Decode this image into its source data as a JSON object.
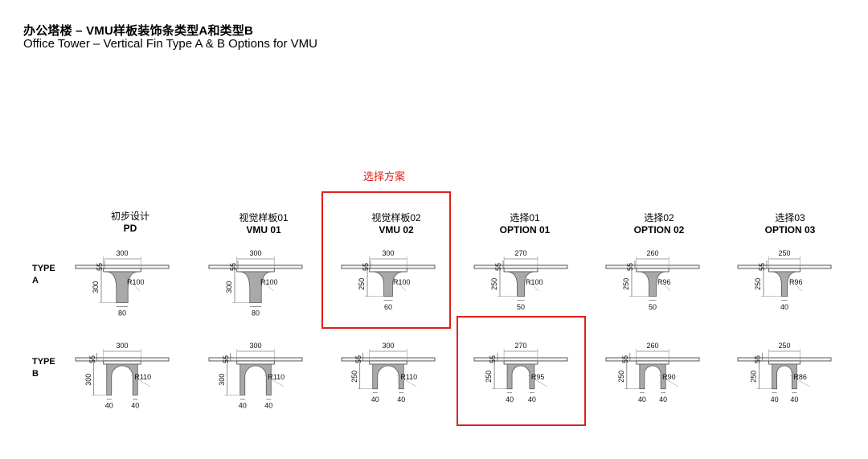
{
  "title": {
    "cn": "办公塔楼 – VMU样板装饰条类型A和类型B",
    "en": "Office Tower – Vertical Fin Type A & B Options for VMU"
  },
  "highlight_label": "选择方案",
  "row_labels": [
    {
      "line1": "TYPE",
      "line2": "A"
    },
    {
      "line1": "TYPE",
      "line2": "B"
    }
  ],
  "columns": [
    {
      "cn": "初步设计",
      "en": "PD"
    },
    {
      "cn": "视觉样板01",
      "en": "VMU 01"
    },
    {
      "cn": "视觉样板02",
      "en": "VMU 02"
    },
    {
      "cn": "选择01",
      "en": "OPTION 01"
    },
    {
      "cn": "选择02",
      "en": "OPTION 02"
    },
    {
      "cn": "选择03",
      "en": "OPTION 03"
    }
  ],
  "type_a": [
    {
      "top": "300",
      "slab": "55",
      "depth": "300",
      "radius": "R100",
      "bottom": "80"
    },
    {
      "top": "300",
      "slab": "55",
      "depth": "300",
      "radius": "R100",
      "bottom": "80"
    },
    {
      "top": "300",
      "slab": "55",
      "depth": "250",
      "radius": "R100",
      "bottom": "60"
    },
    {
      "top": "270",
      "slab": "55",
      "depth": "250",
      "radius": "R100",
      "bottom": "50"
    },
    {
      "top": "260",
      "slab": "55",
      "depth": "250",
      "radius": "R96",
      "bottom": "50"
    },
    {
      "top": "250",
      "slab": "55",
      "depth": "250",
      "radius": "R96",
      "bottom": "40"
    }
  ],
  "type_b": [
    {
      "top": "300",
      "slab": "55",
      "depth": "300",
      "radius": "R110",
      "left_leg": "40",
      "right_leg": "40"
    },
    {
      "top": "300",
      "slab": "55",
      "depth": "300",
      "radius": "R110",
      "left_leg": "40",
      "right_leg": "40"
    },
    {
      "top": "300",
      "slab": "55",
      "depth": "250",
      "radius": "R110",
      "left_leg": "40",
      "right_leg": "40"
    },
    {
      "top": "270",
      "slab": "55",
      "depth": "250",
      "radius": "R95",
      "left_leg": "40",
      "right_leg": "40"
    },
    {
      "top": "260",
      "slab": "55",
      "depth": "250",
      "radius": "R90",
      "left_leg": "40",
      "right_leg": "40"
    },
    {
      "top": "250",
      "slab": "55",
      "depth": "250",
      "radius": "R86",
      "left_leg": "40",
      "right_leg": "40"
    }
  ],
  "colors": {
    "highlight": "#e0201b",
    "fin_fill": "#a9a9a9"
  }
}
